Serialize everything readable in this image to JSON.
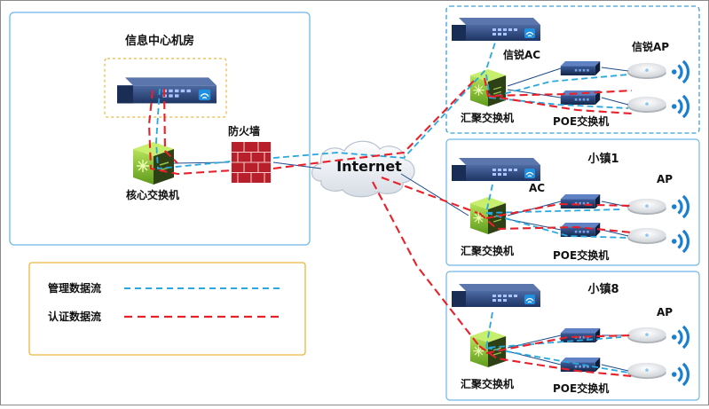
{
  "datacenter": {
    "title": "信息中心机房",
    "core_switch_label": "核心交换机",
    "firewall_label": "防火墙"
  },
  "internet_label": "Internet",
  "legend": {
    "mgmt_label": "管理数据流",
    "auth_label": "认证数据流",
    "mgmt_color": "#29a8e0",
    "auth_color": "#e8202a"
  },
  "sites": [
    {
      "title": "",
      "ac_label": "信锐AC",
      "ap_label": "信锐AP",
      "agg_label": "汇聚交换机",
      "poe_label": "POE交换机"
    },
    {
      "title": "小镇1",
      "ac_label": "AC",
      "ap_label": "AP",
      "agg_label": "汇聚交换机",
      "poe_label": "POE交换机"
    },
    {
      "title": "小镇8",
      "ac_label": "",
      "ap_label": "AP",
      "agg_label": "汇聚交换机",
      "poe_label": "POE交换机"
    }
  ],
  "icons": {
    "controller": "server-icon",
    "switch": "green-switch-icon",
    "firewall": "firewall-icon",
    "poe": "poe-switch-icon",
    "ap": "access-point-icon",
    "wifi": "wifi-signal-icon",
    "cloud": "cloud-icon"
  }
}
